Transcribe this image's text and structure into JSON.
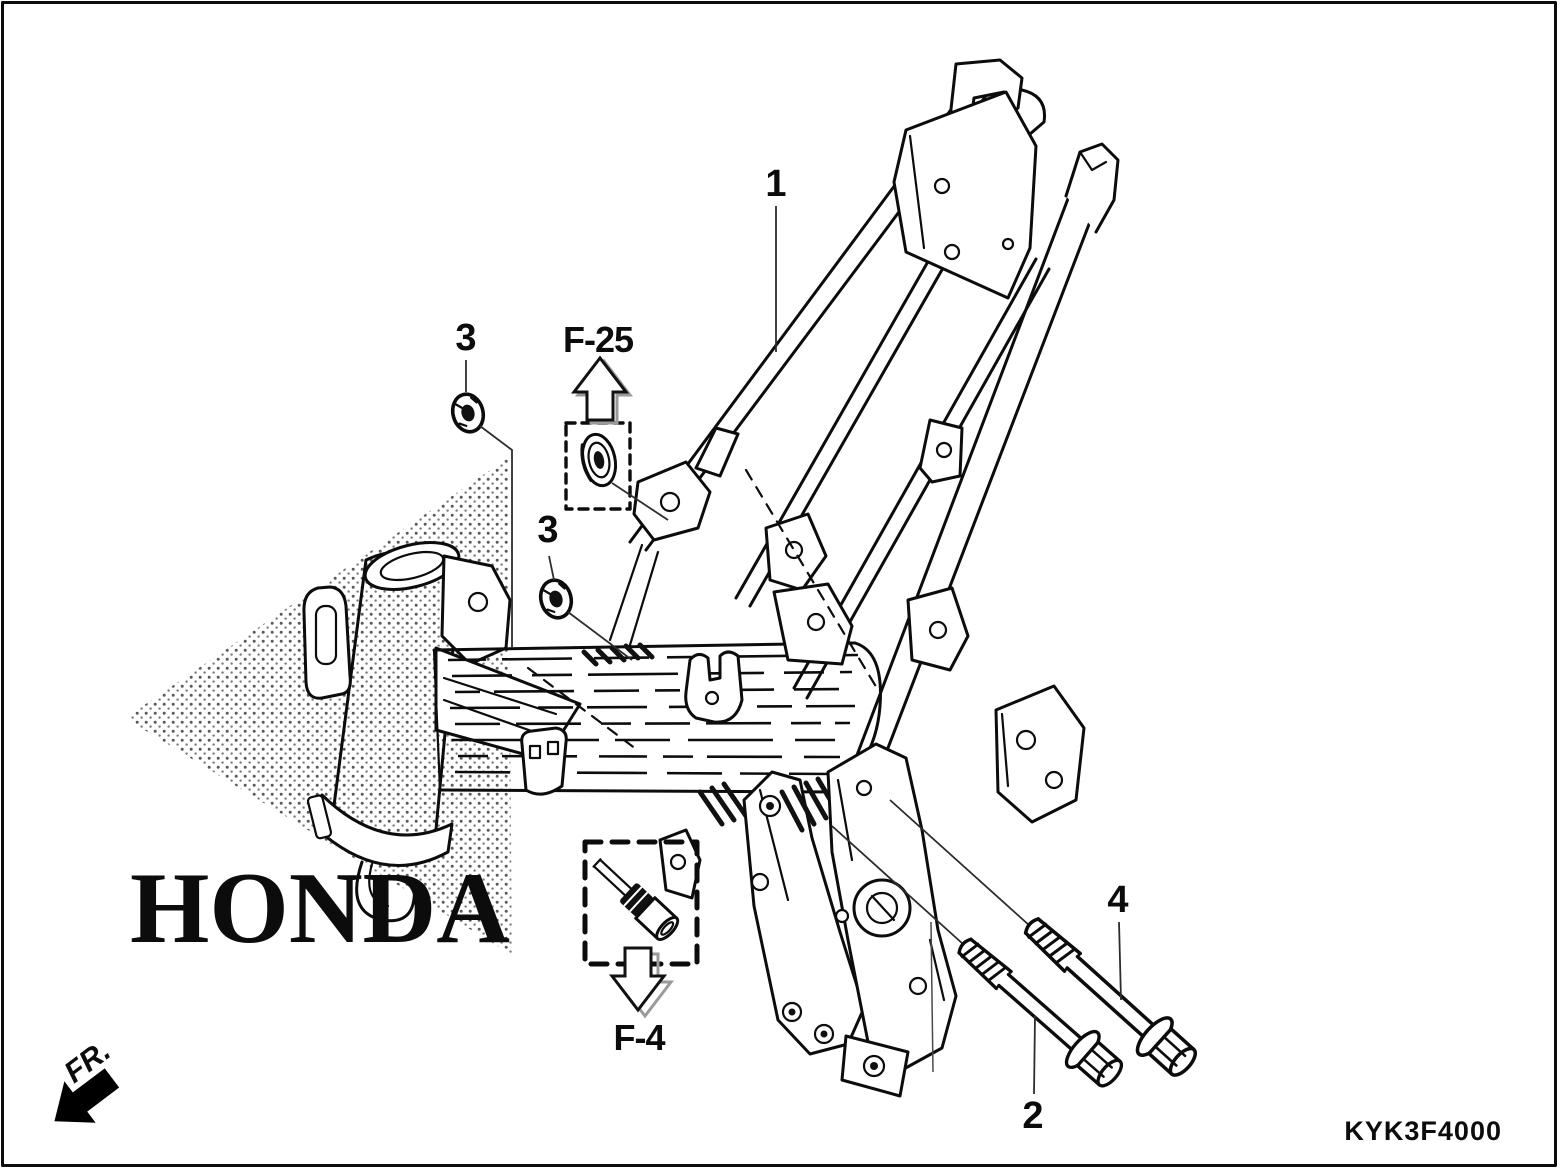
{
  "page": {
    "background_color": "#ffffff",
    "ink_color": "#0c0c0c",
    "border": "thin black rectangle around drawing"
  },
  "diagram": {
    "type": "exploded-parts-line-drawing",
    "subject": "motorcycle frame body",
    "doc_code": "KYK3F4000",
    "watermark": "HONDA",
    "direction_indicator": {
      "label": "FR.",
      "icon": "solid-arrow-pointing-lower-left"
    },
    "reference_callouts": [
      {
        "label": "F-25",
        "icon": "hollow-arrow-up",
        "detail": "grommet in dashed box"
      },
      {
        "label": "F-4",
        "icon": "hollow-arrow-down",
        "detail": "stud bolt in dashed box"
      }
    ],
    "part_callouts": [
      {
        "number": "1",
        "points_to": "main frame body"
      },
      {
        "number": "2",
        "points_to": "front flange bolt"
      },
      {
        "number": "3",
        "points_to": "upper flange nut"
      },
      {
        "number": "3",
        "points_to": "lower flange nut"
      },
      {
        "number": "4",
        "points_to": "rear flange bolt"
      }
    ]
  }
}
